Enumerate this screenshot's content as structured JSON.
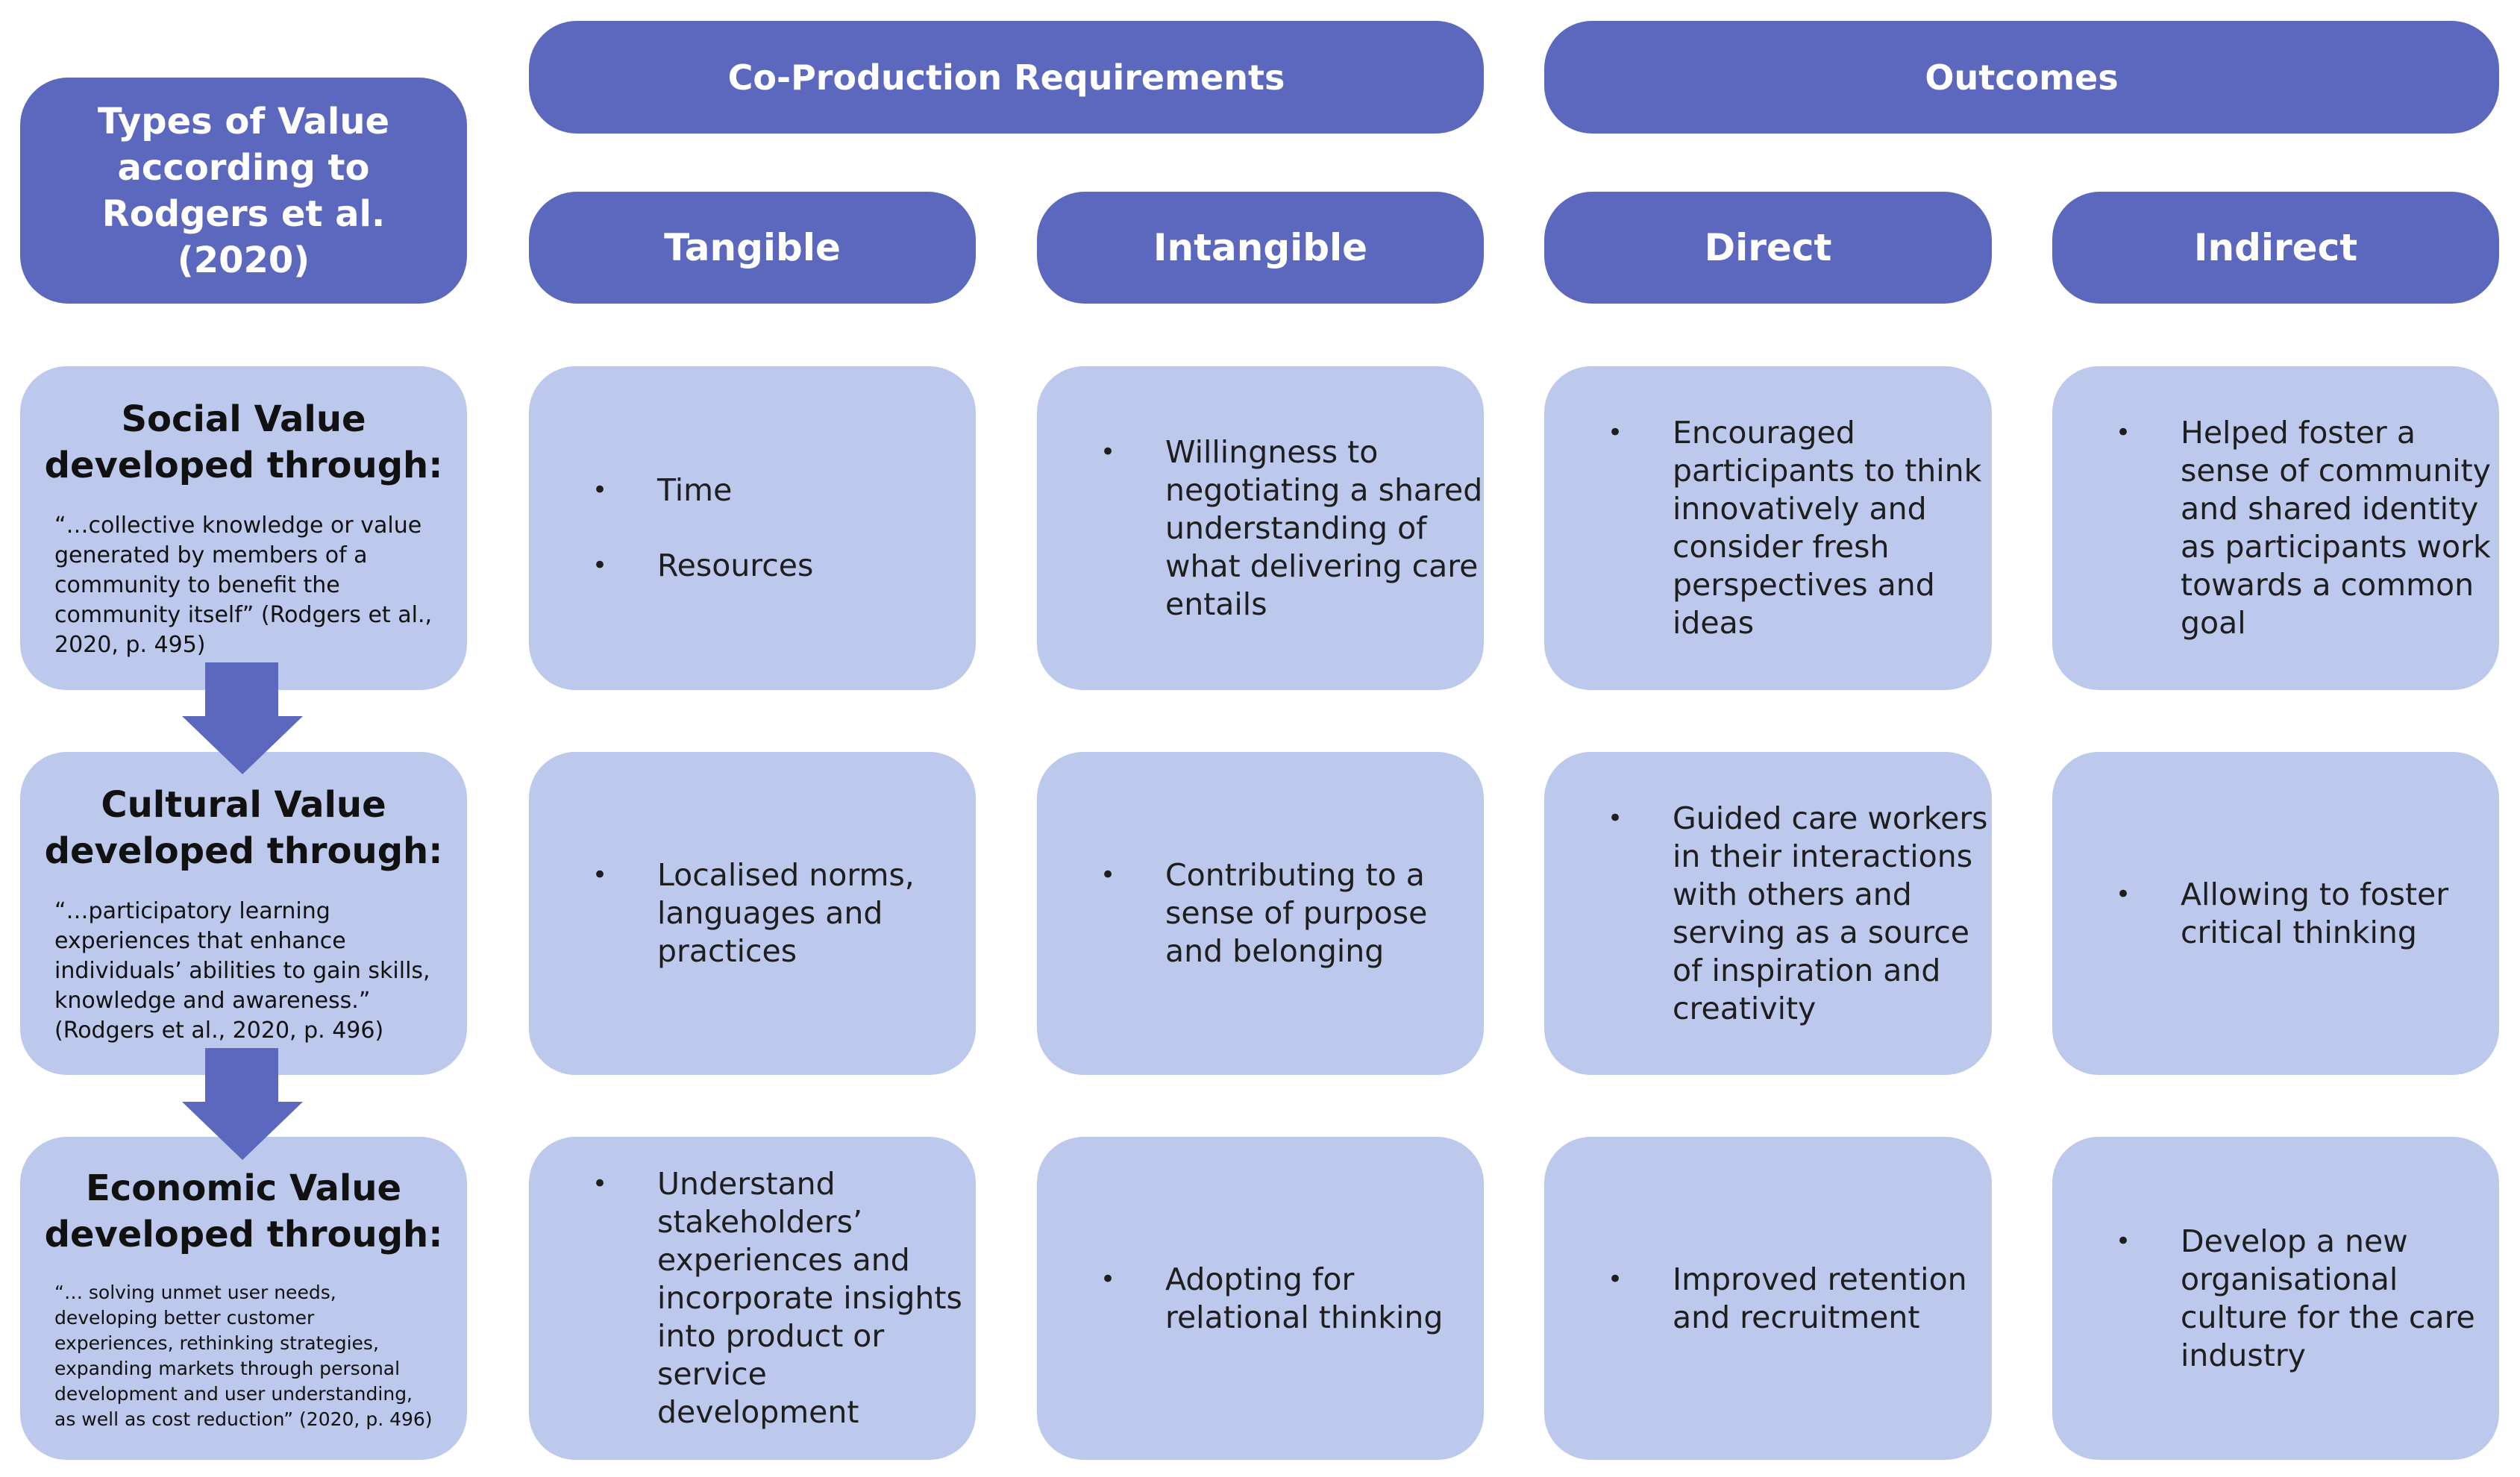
{
  "headers": {
    "types": "Types of Value according to Rodgers et al. (2020)",
    "coproduction": "Co-Production Requirements",
    "outcomes": "Outcomes"
  },
  "subheaders": {
    "tangible": "Tangible",
    "intangible": "Intangible",
    "direct": "Direct",
    "indirect": "Indirect"
  },
  "rows": [
    {
      "title": "Social Value developed through:",
      "quote": "“…collective knowledge or value generated by members of a community to benefit the community itself” (Rodgers et al., 2020, p. 495)",
      "tangible": [
        "Time",
        "Resources"
      ],
      "intangible": [
        "Willingness to negotiating a shared understanding of what delivering care entails"
      ],
      "direct": [
        "Encouraged participants to think innovatively and consider fresh perspectives and ideas"
      ],
      "indirect": [
        "Helped foster a sense of community and shared identity as participants work towards a common goal"
      ]
    },
    {
      "title": "Cultural Value developed through:",
      "quote": "“…participatory learning experiences that enhance individuals’ abilities to gain skills, knowledge and awareness.” (Rodgers et al., 2020, p. 496)",
      "tangible": [
        "Localised norms, languages and practices"
      ],
      "intangible": [
        "Contributing to a sense of purpose and belonging"
      ],
      "direct": [
        "Guided care workers in their interactions with others and serving as a source of inspiration and creativity"
      ],
      "indirect": [
        "Allowing to foster critical thinking"
      ]
    },
    {
      "title": "Economic Value developed through:",
      "quote": "“… solving unmet user needs, developing better customer experiences, rethinking strategies, expanding markets through personal development and user understanding, as well as cost reduction” (2020, p. 496)",
      "tangible": [
        "Understand stakeholders’ experiences and incorporate insights into product or service development"
      ],
      "intangible": [
        "Adopting for relational thinking"
      ],
      "direct": [
        "Improved retention and recruitment"
      ],
      "indirect": [
        "Develop a new organisational culture for the care industry"
      ]
    }
  ],
  "colors": {
    "header_fill": "#5c68bd",
    "cell_fill": "#bdc9ec",
    "arrow_fill": "#5c68bd"
  }
}
